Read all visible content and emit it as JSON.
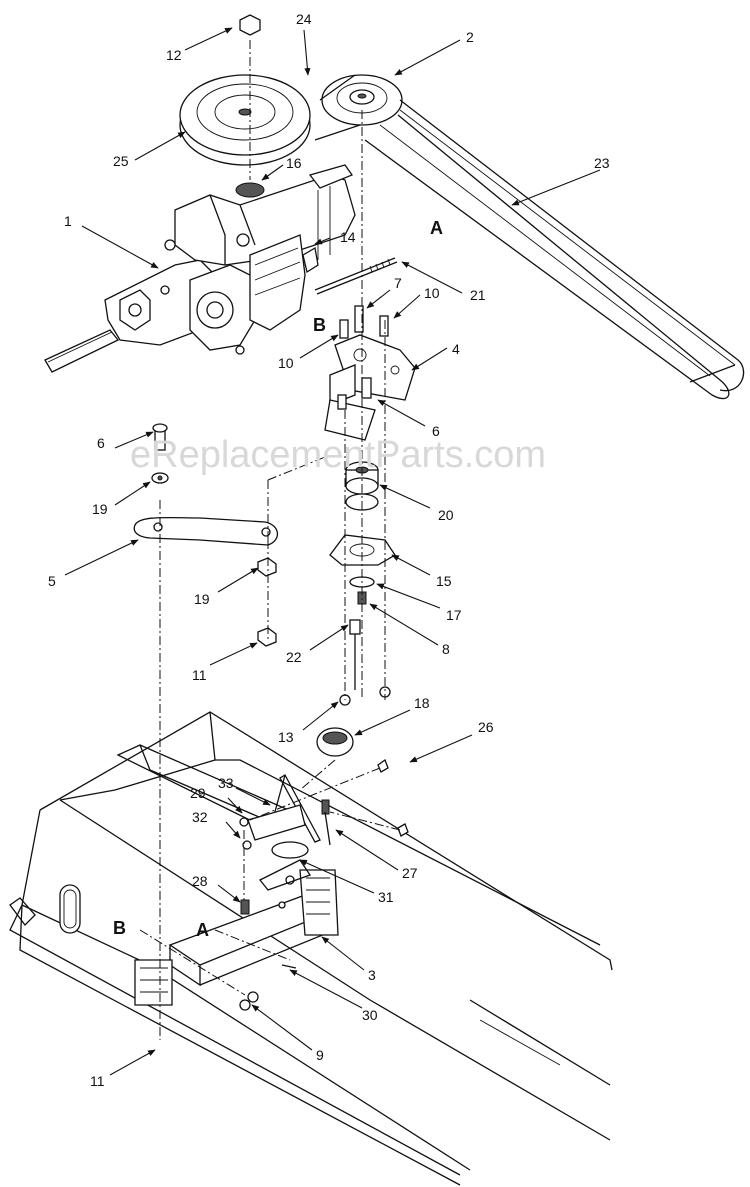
{
  "watermark": "eReplacementParts.com",
  "reference_letters": {
    "a_top": "A",
    "b_top": "B",
    "a_bottom": "A",
    "b_bottom": "B"
  },
  "callouts": {
    "c1": "1",
    "c2": "2",
    "c3": "3",
    "c4": "4",
    "c5": "5",
    "c6a": "6",
    "c6b": "6",
    "c7": "7",
    "c8": "8",
    "c9": "9",
    "c10a": "10",
    "c10b": "10",
    "c11a": "11",
    "c11b": "11",
    "c12": "12",
    "c13": "13",
    "c14": "14",
    "c15": "15",
    "c16": "16",
    "c17": "17",
    "c18": "18",
    "c19a": "19",
    "c19b": "19",
    "c20": "20",
    "c21": "21",
    "c22": "22",
    "c23": "23",
    "c24": "24",
    "c25": "25",
    "c26": "26",
    "c27": "27",
    "c28": "28",
    "c29": "29",
    "c30": "30",
    "c31": "31",
    "c32": "32",
    "c33": "33"
  }
}
